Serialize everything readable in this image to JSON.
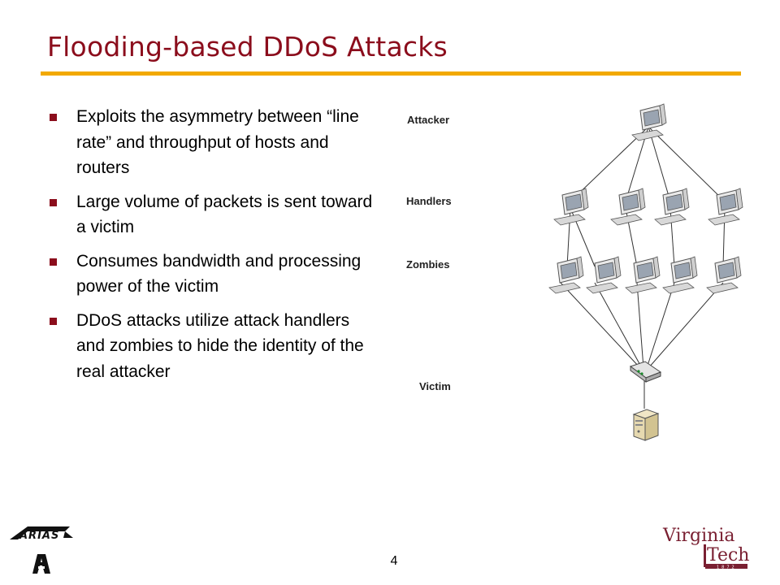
{
  "slide": {
    "title": "Flooding-based  DDoS Attacks",
    "page_number": "4"
  },
  "bullets": [
    "Exploits the asymmetry between “line rate” and throughput of hosts and routers",
    "Large volume of packets is sent toward a victim",
    "Consumes bandwidth and processing power of the victim",
    "DDoS attacks utilize attack handlers and zombies to hide the identity of the real attacker"
  ],
  "diagram": {
    "labels": {
      "attacker": "Attacker",
      "handlers": "Handlers",
      "zombies": "Zombies",
      "victim": "Victim"
    },
    "handler_count": 4,
    "zombie_count": 5
  },
  "logos": {
    "left": {
      "name": "ARIAS logo",
      "text": "ARIAS"
    },
    "right": {
      "name": "Virginia Tech logo",
      "line1": "Virginia",
      "line2": "Tech",
      "year": "1872"
    }
  },
  "colors": {
    "title": "#8b0d1c",
    "rule": "#f2a900",
    "bullet": "#8b0d1c"
  }
}
